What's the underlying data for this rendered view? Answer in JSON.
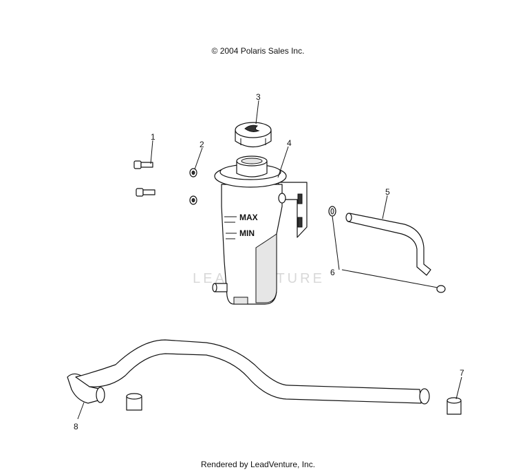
{
  "header": {
    "copyright": "© 2004 Polaris Sales Inc."
  },
  "footer": {
    "rendered_by": "Rendered by LeadVenture, Inc."
  },
  "watermark": {
    "text": "LEADVENTURE"
  },
  "tank_marks": {
    "max": "MAX",
    "min": "MIN"
  },
  "callouts": [
    "1",
    "2",
    "3",
    "4",
    "5",
    "6",
    "7",
    "8"
  ]
}
